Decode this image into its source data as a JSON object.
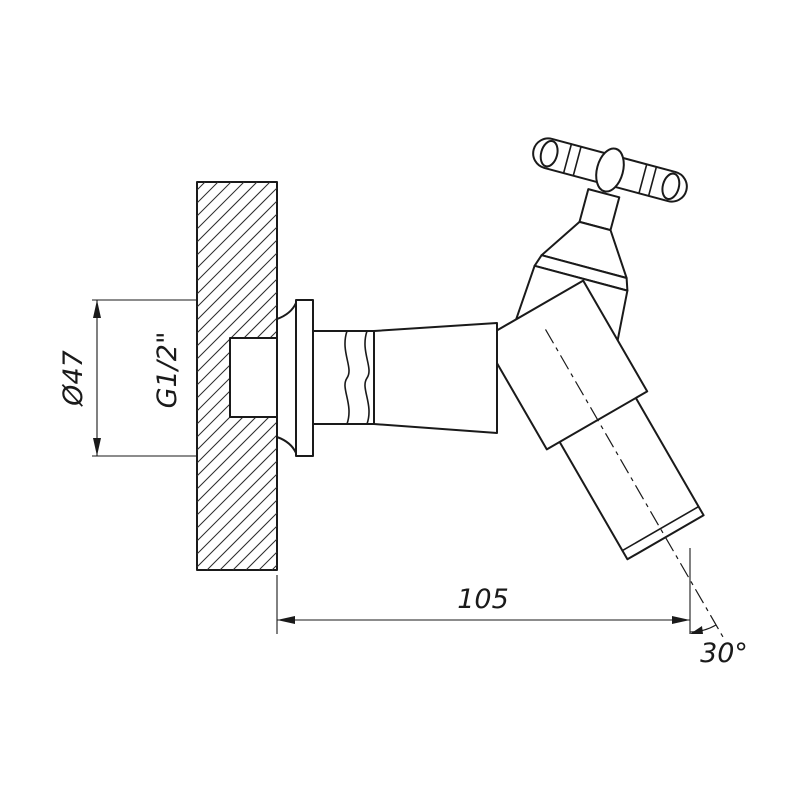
{
  "drawing": {
    "dimensions": {
      "diameter": "Ø47",
      "thread": "G1/2\"",
      "length": "105",
      "angle": "30°"
    },
    "colors": {
      "line": "#1a1a1a",
      "background": "#ffffff"
    }
  }
}
